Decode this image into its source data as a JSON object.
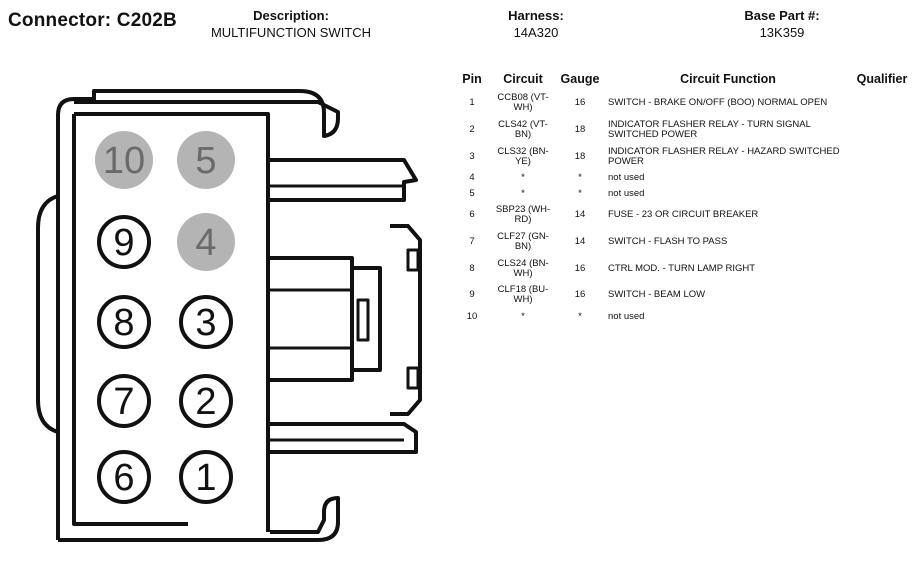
{
  "header": {
    "connector": "Connector: C202B",
    "description_label": "Description:",
    "description_value": "MULTIFUNCTION SWITCH",
    "harness_label": "Harness:",
    "harness_value": "14A320",
    "base_part_label": "Base Part #:",
    "base_part_value": "13K359"
  },
  "table": {
    "headers": [
      "Pin",
      "Circuit",
      "Gauge",
      "Circuit Function",
      "Qualifier"
    ],
    "rows": [
      {
        "pin": "1",
        "circuit": "CCB08 (VT-WH)",
        "gauge": "16",
        "function": "SWITCH - BRAKE ON/OFF (BOO) NORMAL OPEN",
        "qualifier": ""
      },
      {
        "pin": "2",
        "circuit": "CLS42 (VT-BN)",
        "gauge": "18",
        "function": "INDICATOR FLASHER RELAY - TURN SIGNAL SWITCHED POWER",
        "qualifier": ""
      },
      {
        "pin": "3",
        "circuit": "CLS32 (BN-YE)",
        "gauge": "18",
        "function": "INDICATOR FLASHER RELAY - HAZARD SWITCHED POWER",
        "qualifier": ""
      },
      {
        "pin": "4",
        "circuit": "*",
        "gauge": "*",
        "function": "not used",
        "qualifier": ""
      },
      {
        "pin": "5",
        "circuit": "*",
        "gauge": "*",
        "function": "not used",
        "qualifier": ""
      },
      {
        "pin": "6",
        "circuit": "SBP23 (WH-RD)",
        "gauge": "14",
        "function": "FUSE - 23 OR CIRCUIT BREAKER",
        "qualifier": ""
      },
      {
        "pin": "7",
        "circuit": "CLF27 (GN-BN)",
        "gauge": "14",
        "function": "SWITCH - FLASH TO PASS",
        "qualifier": ""
      },
      {
        "pin": "8",
        "circuit": "CLS24 (BN-WH)",
        "gauge": "16",
        "function": "CTRL MOD. - TURN LAMP RIGHT",
        "qualifier": ""
      },
      {
        "pin": "9",
        "circuit": "CLF18 (BU-WH)",
        "gauge": "16",
        "function": "SWITCH - BEAM LOW",
        "qualifier": ""
      },
      {
        "pin": "10",
        "circuit": "*",
        "gauge": "*",
        "function": "not used",
        "qualifier": ""
      }
    ]
  },
  "diagram": {
    "pin_labels": [
      "10",
      "5",
      "9",
      "4",
      "8",
      "3",
      "7",
      "2",
      "6",
      "1"
    ],
    "pin_used": [
      false,
      false,
      true,
      false,
      true,
      true,
      true,
      true,
      true,
      true
    ],
    "colors": {
      "outline": "#111111",
      "unused_fill": "#b4b4b4",
      "used_fill": "#ffffff"
    }
  }
}
